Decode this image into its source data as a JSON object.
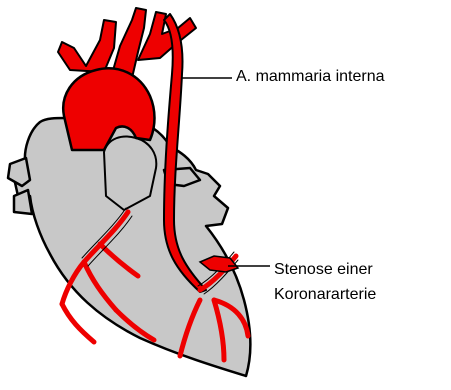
{
  "labels": {
    "mammaria": "A. mammaria interna",
    "stenose_line1": "Stenose einer",
    "stenose_line2": "Koronararterie"
  },
  "colors": {
    "heart_fill": "#c8c8c8",
    "vessel_red": "#ee0000",
    "outline": "#000000",
    "background": "#ffffff"
  }
}
